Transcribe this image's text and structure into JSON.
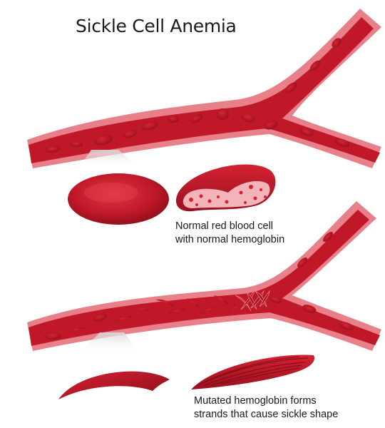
{
  "title": "Sickle Cell Anemia",
  "normal": {
    "caption_line1": "Normal red blood cell",
    "caption_line2": "with normal hemoglobin"
  },
  "sickle": {
    "caption_line1": "Mutated hemoglobin forms",
    "caption_line2": "strands that cause sickle shape"
  },
  "colors": {
    "vessel_wall": "#e8808a",
    "vessel_lumen": "#c01828",
    "cell_light": "#e0303f",
    "cell_dark": "#8f0e1a",
    "background": "#ffffff"
  }
}
